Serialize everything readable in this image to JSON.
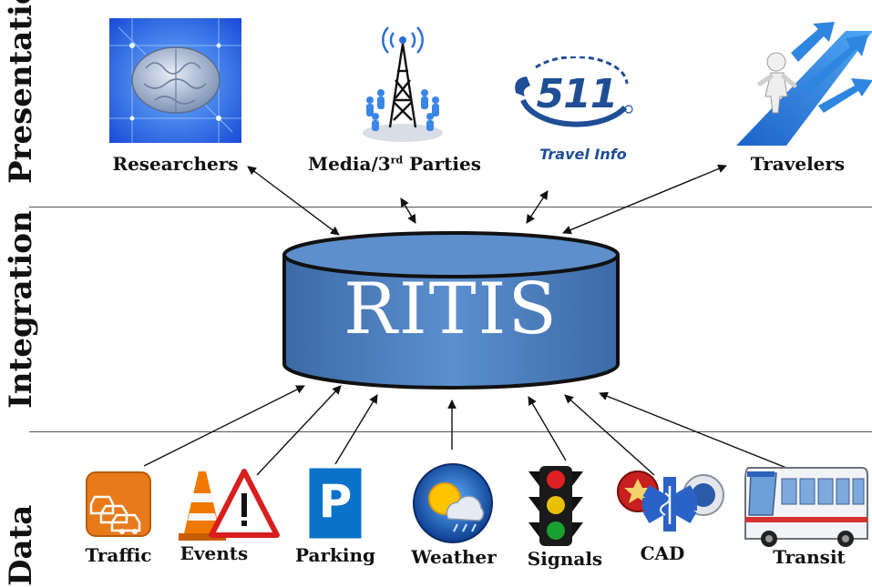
{
  "layers": {
    "presentation": "Presentation",
    "integration": "Integration",
    "data": "Data"
  },
  "hub": {
    "label": "RITIS",
    "color": "#4f81bd"
  },
  "presentation_nodes": {
    "researchers": "Researchers",
    "media_base": "Media/3",
    "media_sup": "rd",
    "media_tail": " Parties",
    "logo_511_number": "511",
    "logo_511_caption": "Travel Info",
    "travelers": "Travelers"
  },
  "data_nodes": {
    "traffic": "Traffic",
    "events": "Events",
    "parking": "Parking",
    "parking_letter": "P",
    "weather": "Weather",
    "signals": "Signals",
    "cad": "CAD",
    "transit": "Transit"
  },
  "colors": {
    "accent_blue": "#4f81bd",
    "logo_blue": "#1f4e96",
    "traffic_orange": "#e87a1a",
    "cone_orange": "#f07800",
    "warning_red": "#d81e1e",
    "parking_blue": "#0a72c9",
    "signal_red": "#e02020",
    "signal_yellow": "#e8c000",
    "signal_green": "#18a030"
  }
}
